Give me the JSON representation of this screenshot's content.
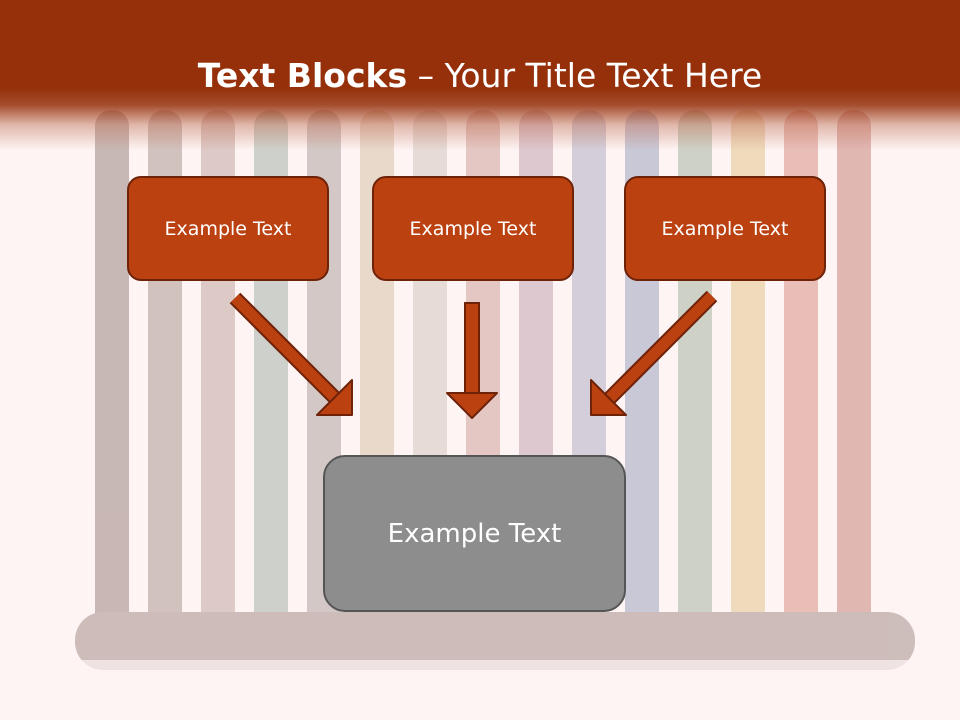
{
  "title": {
    "bold": "Text Blocks",
    "dash": "–",
    "rest": "Your Title Text Here"
  },
  "boxes": {
    "left": "Example Text",
    "center": "Example Text",
    "right": "Example Text",
    "target": "Example Text"
  },
  "colors": {
    "title_band": "#95300b",
    "box_fill": "#bb4110",
    "box_border": "#6e2208",
    "arrow_fill": "#bb4110",
    "target_fill": "#8d8d8d",
    "background": "#fdf4f3"
  }
}
